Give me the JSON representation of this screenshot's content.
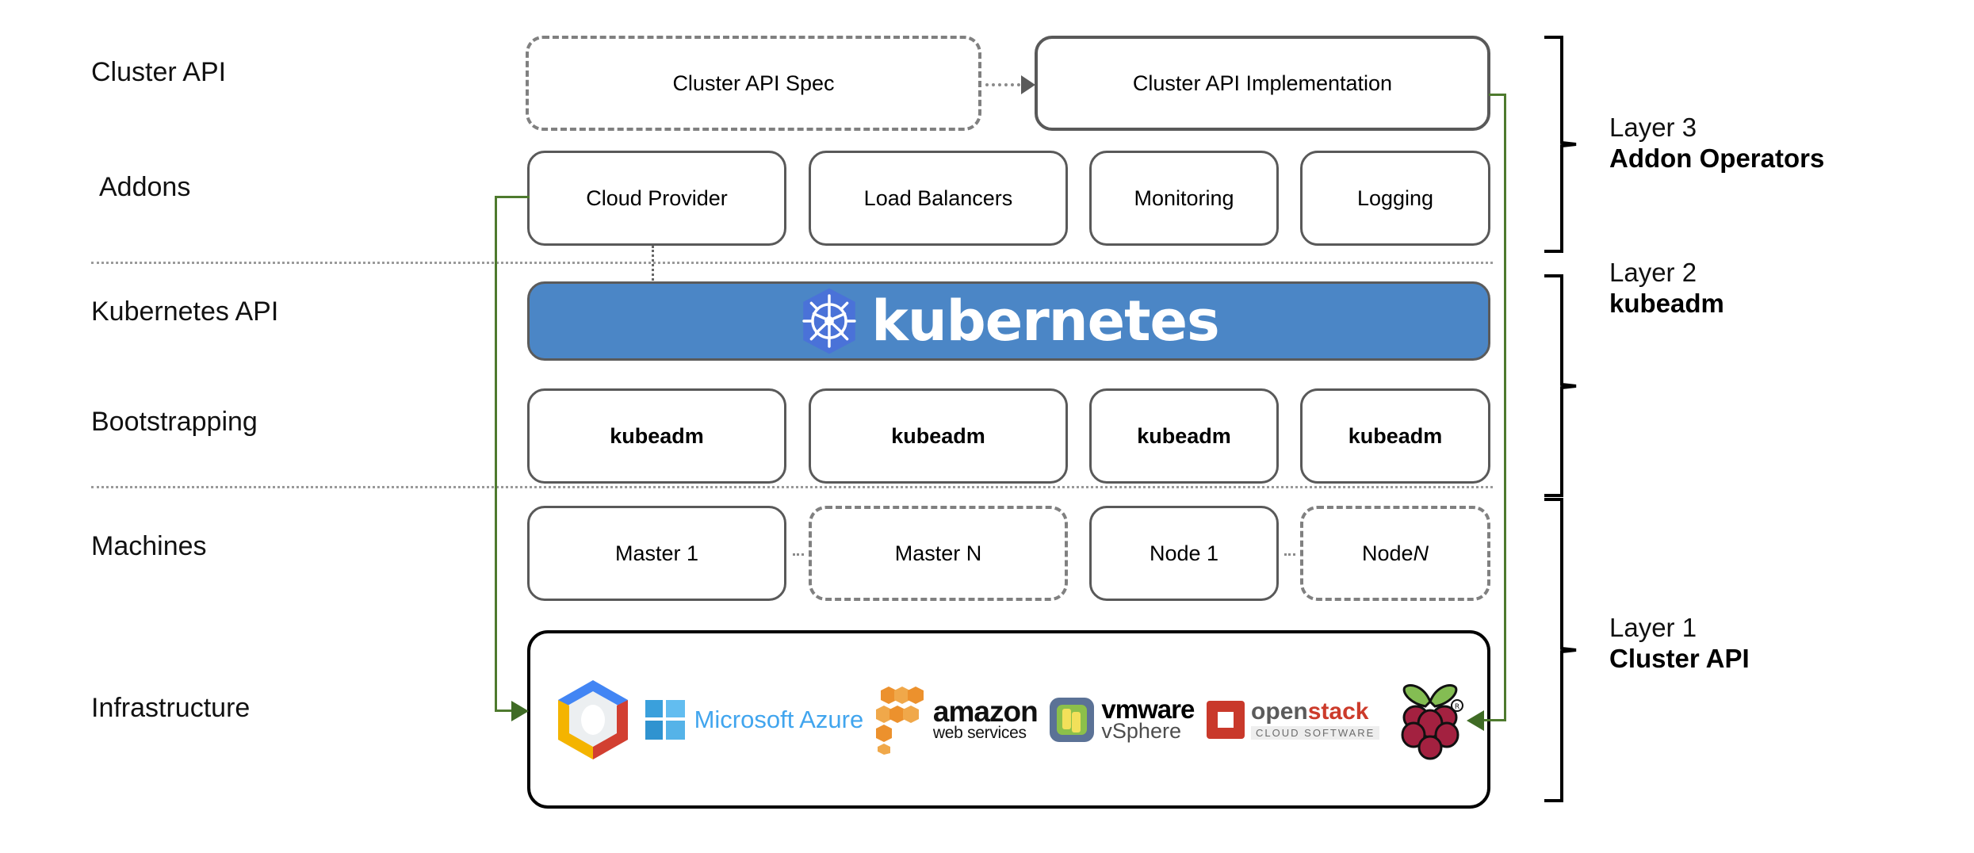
{
  "diagram": {
    "title": "Kubernetes Cluster API layered architecture",
    "row_labels": [
      {
        "name": "cluster-api",
        "text": "Cluster API"
      },
      {
        "name": "addons",
        "text": "Addons"
      },
      {
        "name": "kubernetes-api",
        "text": "Kubernetes API"
      },
      {
        "name": "bootstrapping",
        "text": "Bootstrapping"
      },
      {
        "name": "machines",
        "text": "Machines"
      },
      {
        "name": "infrastructure",
        "text": "Infrastructure"
      }
    ],
    "cluster_api_row": {
      "spec_box": "Cluster API Spec",
      "implementation_box": "Cluster API Implementation"
    },
    "addons_row": {
      "boxes": [
        "Cloud Provider",
        "Load Balancers",
        "Monitoring",
        "Logging"
      ]
    },
    "kubernetes_banner": {
      "wordmark": "kubernetes",
      "logo_name": "kubernetes-helm-wheel-icon",
      "background_color": "#4b86c6",
      "logo_color": "#4a72d8"
    },
    "bootstrapping_row": {
      "boxes": [
        "kubeadm",
        "kubeadm",
        "kubeadm",
        "kubeadm"
      ]
    },
    "machines_row": {
      "boxes": [
        {
          "label": "Master 1",
          "style": "solid"
        },
        {
          "label": "Master N",
          "style": "dashed"
        },
        {
          "label": "Node 1",
          "style": "solid"
        },
        {
          "label": "Node N",
          "style": "dashed",
          "italic_suffix": "N",
          "prefix": "Node "
        }
      ]
    },
    "infrastructure_row": {
      "logos": [
        {
          "name": "google-cloud-platform-logo",
          "text": ""
        },
        {
          "name": "microsoft-azure-logo",
          "text": "Microsoft Azure"
        },
        {
          "name": "amazon-web-services-logo",
          "text": "amazon",
          "subtext": "web services"
        },
        {
          "name": "vmware-vsphere-logo",
          "text": "vmware",
          "subtext": "vSphere"
        },
        {
          "name": "openstack-logo",
          "text_a": "open",
          "text_b": "stack",
          "subtext": "CLOUD SOFTWARE"
        },
        {
          "name": "raspberry-pi-logo",
          "text": ""
        }
      ]
    },
    "layers": [
      {
        "name": "layer-3",
        "line1": "Layer 3",
        "line2": "Addon Operators"
      },
      {
        "name": "layer-2",
        "line1": "Layer 2",
        "line2": "kubeadm"
      },
      {
        "name": "layer-1",
        "line1": "Layer 1",
        "line2": "Cluster API"
      }
    ],
    "connectors": {
      "spec_to_implementation": "dotted-arrow-right",
      "cloud_provider_to_infrastructure": "green-arrow-left-down-right",
      "implementation_to_infrastructure": "green-arrow-right-down-left",
      "green_color": "#4e7a2e"
    }
  }
}
